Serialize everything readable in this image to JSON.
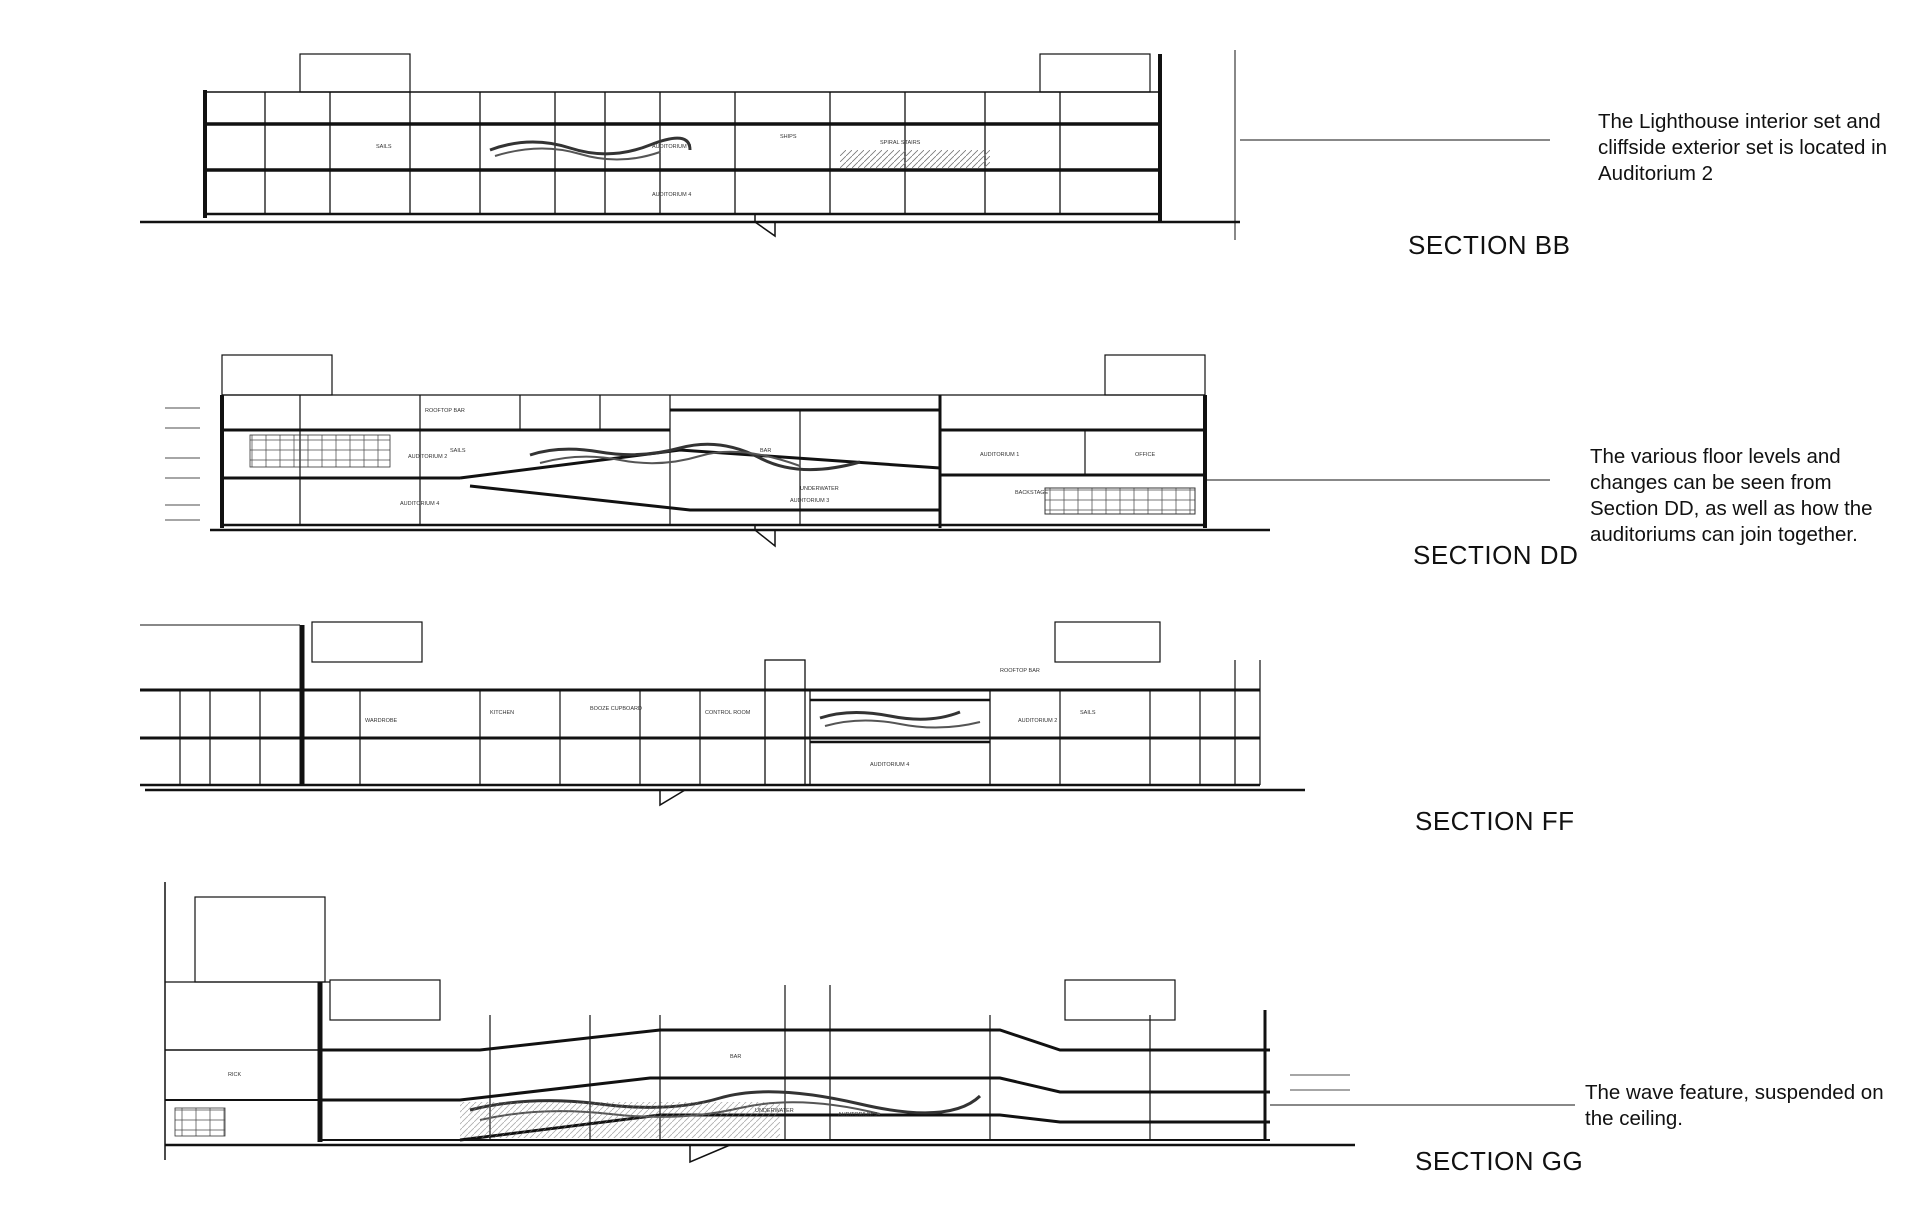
{
  "sections": [
    {
      "title": "SECTION BB",
      "note_lines": [
        "The Lighthouse interior set and",
        "cliffside exterior set is located in",
        "Auditorium 2"
      ],
      "room_labels": [
        "SAILS",
        "AUDITORIUM 2",
        "SHIPS",
        "SPIRAL STAIRS",
        "AUDITORIUM 4"
      ]
    },
    {
      "title": "SECTION DD",
      "note_lines": [
        "The various floor levels and",
        "changes can be seen from",
        "Section DD, as well as how the",
        "auditoriums can join together."
      ],
      "room_labels": [
        "ROOFTOP BAR",
        "AUDITORIUM 2",
        "SAILS",
        "BAR",
        "AUDITORIUM 1",
        "OFFICE",
        "UNDERWATER",
        "AUDITORIUM 3",
        "AUDITORIUM 4",
        "BACKSTAGE"
      ]
    },
    {
      "title": "SECTION FF",
      "note_lines": [],
      "room_labels": [
        "WARDROBE",
        "KITCHEN",
        "BOOZE CUPBOARD",
        "CONTROL ROOM",
        "ROOFTOP BAR",
        "AUDITORIUM 2",
        "SAILS",
        "AUDITORIUM 4"
      ]
    },
    {
      "title": "SECTION GG",
      "note_lines": [
        "The wave feature, suspended on",
        "the ceiling."
      ],
      "room_labels": [
        "BAR",
        "RICK",
        "UNDERWATER",
        "AUDITORIUM 3"
      ]
    }
  ]
}
